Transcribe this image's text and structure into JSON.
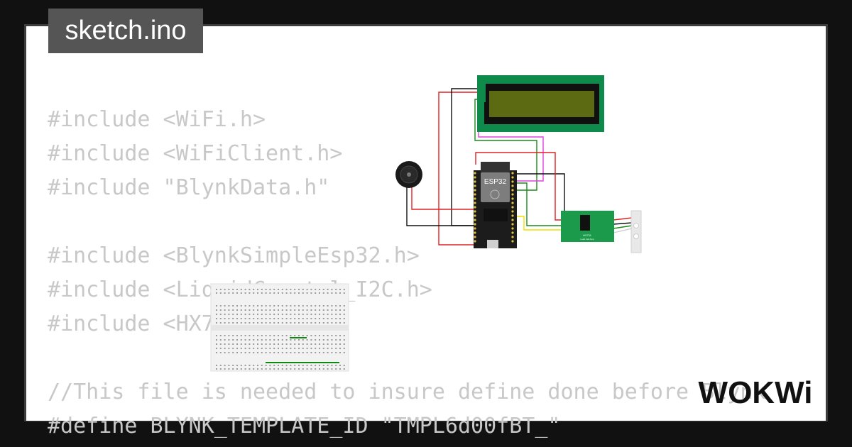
{
  "tab": {
    "filename": "sketch.ino"
  },
  "code": {
    "lines": [
      "#include <WiFi.h>",
      "#include <WiFiClient.h>",
      "#include \"BlynkData.h\"",
      "",
      "#include <BlynkSimpleEsp32.h>",
      "#include <LiquidCrystal_I2C.h>",
      "#include <HX711.h>",
      "",
      "//This file is needed to insure define done before Blynk",
      "#define BLYNK_TEMPLATE_ID \"TMPL6d00fBT_\""
    ]
  },
  "circuit": {
    "esp32_label": "ESP32",
    "module_label": "HX711",
    "module_sublabel": "Load Cell Amp"
  },
  "brand": {
    "logo_text": "WOKWi"
  },
  "colors": {
    "background": "#111111",
    "frame": "#3c3c3c",
    "panel": "#ffffff",
    "code_text": "#c8c8c8",
    "tab_bg": "#555555",
    "pcb_green": "#0e8a4a",
    "lcd_screen": "#5c6b12",
    "wire_red": "#e02020",
    "wire_black": "#111111",
    "wire_green": "#1a8a1a",
    "wire_magenta": "#e040e0",
    "wire_yellow": "#f0e000"
  }
}
